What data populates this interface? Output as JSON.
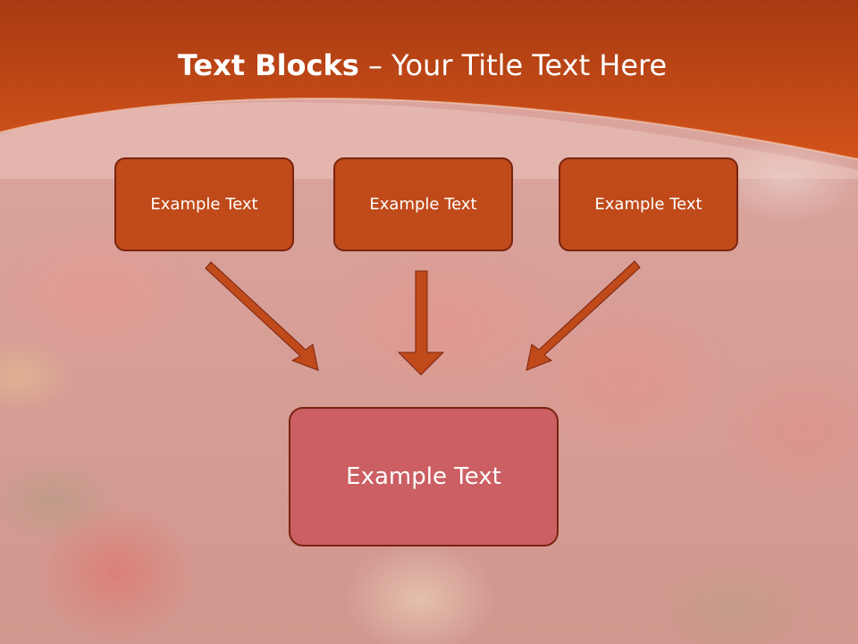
{
  "title": {
    "strong": "Text Blocks",
    "light": "– Your Title Text Here"
  },
  "blocks": {
    "left": "Example Text",
    "middle": "Example Text",
    "right": "Example Text",
    "center": "Example Text"
  },
  "colors": {
    "header": "#c04a1a",
    "block_fill": "#c04a1a",
    "block_border": "#7a2410",
    "center_fill": "#cb5f63",
    "arrow": "#c04a1a"
  }
}
